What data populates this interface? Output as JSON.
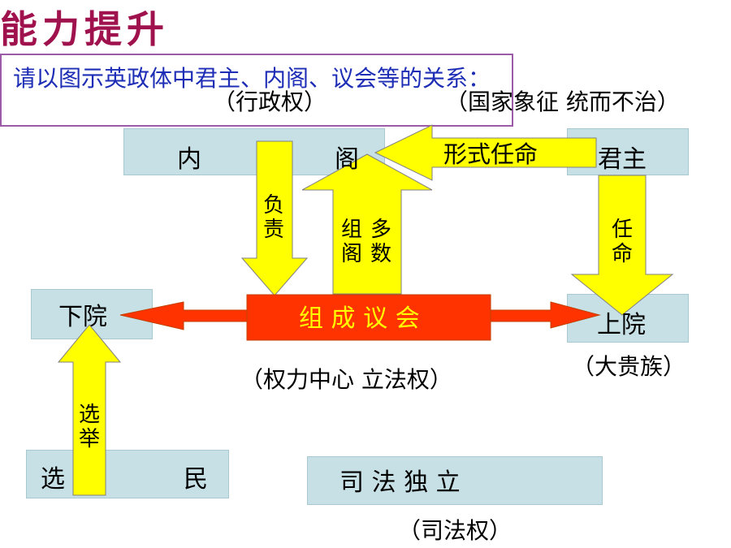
{
  "title": "能力提升",
  "question": "请以图示英政体中君主、内阁、议会等的关系：",
  "captions": {
    "cabinet_power": "（行政权）",
    "monarch_role": "（国家象征  统而不治）",
    "parliament_role": "（权力中心   立法权）",
    "upper_house_members": "（大贵族）",
    "judicial_power": "（司法权）"
  },
  "boxes": {
    "cabinet_left": "内",
    "cabinet_right": "阁",
    "monarch": "君主",
    "lower_house": "下院",
    "upper_house": "上院",
    "voters_left": "选",
    "voters_right": "民",
    "judiciary": "司   法   独   立"
  },
  "arrows": {
    "formal_appointment": "形式任命",
    "responsible": "负责",
    "majority_label": "多数",
    "form_cabinet_label": "组阁",
    "appoint": "任命",
    "election": "选举",
    "parliament": "组 成 议 会"
  },
  "colors": {
    "box_fill": "#c6e0e6",
    "arrow_yellow": "#ffff00",
    "parliament_red": "#ff3300",
    "title_color": "#a0124d",
    "question_color": "#1d2db5",
    "question_border": "#9b5ba6"
  }
}
